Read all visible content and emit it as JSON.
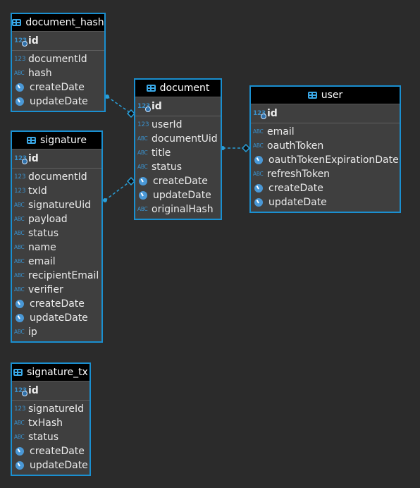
{
  "entities": {
    "document_hash": {
      "title": "document_hash",
      "pk": {
        "type": "123",
        "name": "id"
      },
      "columns": [
        {
          "type": "123",
          "name": "documentId"
        },
        {
          "type": "ABC",
          "name": "hash"
        },
        {
          "type": "clock",
          "name": "createDate"
        },
        {
          "type": "clock",
          "name": "updateDate"
        }
      ]
    },
    "document": {
      "title": "document",
      "pk": {
        "type": "123",
        "name": "id"
      },
      "columns": [
        {
          "type": "123",
          "name": "userId"
        },
        {
          "type": "ABC",
          "name": "documentUid"
        },
        {
          "type": "ABC",
          "name": "title"
        },
        {
          "type": "ABC",
          "name": "status"
        },
        {
          "type": "clock",
          "name": "createDate"
        },
        {
          "type": "clock",
          "name": "updateDate"
        },
        {
          "type": "ABC",
          "name": "originalHash"
        }
      ]
    },
    "user": {
      "title": "user",
      "pk": {
        "type": "123",
        "name": "id"
      },
      "columns": [
        {
          "type": "ABC",
          "name": "email"
        },
        {
          "type": "ABC",
          "name": "oauthToken"
        },
        {
          "type": "clock",
          "name": "oauthTokenExpirationDate"
        },
        {
          "type": "ABC",
          "name": "refreshToken"
        },
        {
          "type": "clock",
          "name": "createDate"
        },
        {
          "type": "clock",
          "name": "updateDate"
        }
      ]
    },
    "signature": {
      "title": "signature",
      "pk": {
        "type": "123",
        "name": "id"
      },
      "columns": [
        {
          "type": "123",
          "name": "documentId"
        },
        {
          "type": "123",
          "name": "txId"
        },
        {
          "type": "ABC",
          "name": "signatureUid"
        },
        {
          "type": "ABC",
          "name": "payload"
        },
        {
          "type": "ABC",
          "name": "status"
        },
        {
          "type": "ABC",
          "name": "name"
        },
        {
          "type": "ABC",
          "name": "email"
        },
        {
          "type": "ABC",
          "name": "recipientEmail"
        },
        {
          "type": "ABC",
          "name": "verifier"
        },
        {
          "type": "clock",
          "name": "createDate"
        },
        {
          "type": "clock",
          "name": "updateDate"
        },
        {
          "type": "ABC",
          "name": "ip"
        }
      ]
    },
    "signature_tx": {
      "title": "signature_tx",
      "pk": {
        "type": "123",
        "name": "id"
      },
      "columns": [
        {
          "type": "123",
          "name": "signatureId"
        },
        {
          "type": "ABC",
          "name": "txHash"
        },
        {
          "type": "ABC",
          "name": "status"
        },
        {
          "type": "clock",
          "name": "createDate"
        },
        {
          "type": "clock",
          "name": "updateDate"
        }
      ]
    }
  },
  "colors": {
    "border": "#1a8fd0",
    "header_bg": "#000000",
    "body_bg": "#3f3f3f",
    "canvas_bg": "#2b2b2b",
    "link": "#2a9fd8"
  }
}
